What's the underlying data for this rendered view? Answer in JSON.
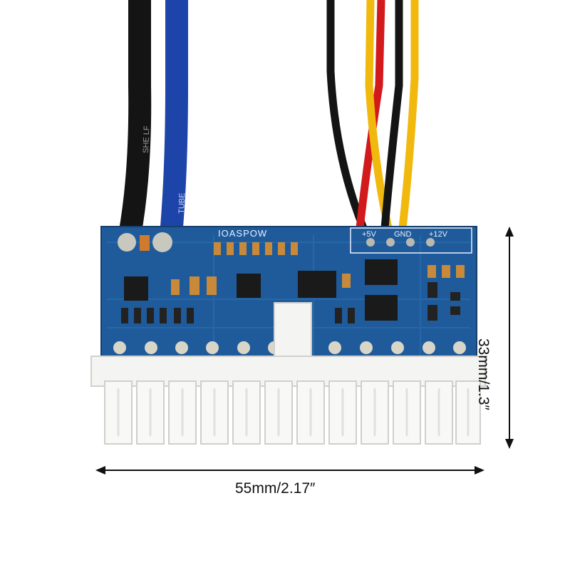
{
  "product": {
    "brand_marking": "IOASPOW",
    "header_labels": {
      "plus5v": "+5V",
      "gnd": "GND",
      "plus12v": "+12V"
    },
    "cable_print_1": "SHE LF",
    "cable_print_2": "TUBE"
  },
  "dimensions": {
    "width_text": "55mm/2.17″",
    "height_text": "33mm/1.3″"
  },
  "colors": {
    "pcb": "#1f5b9a",
    "pcb_trace": "#2e74b8",
    "silk": "#e8f0ff",
    "connector": "#f4f4f2",
    "wire_black": "#141414",
    "wire_blue": "#1d44a8",
    "wire_red": "#d2191c",
    "wire_yellow": "#f1b80d",
    "background": "#ffffff",
    "arrow": "#111111"
  },
  "connector": {
    "pin_count_visible": 12
  }
}
